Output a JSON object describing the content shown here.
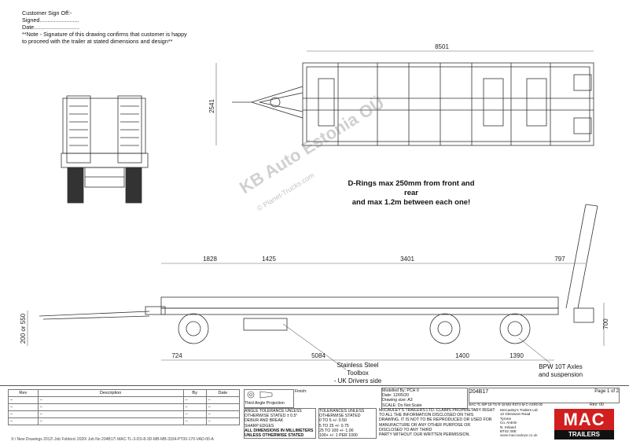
{
  "signoff": {
    "customer": "Customer Sign Off:-",
    "signed": "Signed.........................",
    "date": "Date.............................",
    "note_line1": "**Note - Signature of this drawing confirms that customer is happy",
    "note_line2": "to proceed with the trailer at stated dimensions and design**"
  },
  "plan_dims": {
    "length": "8501",
    "width": "2541"
  },
  "d_ring_note": {
    "line1": "D-Rings max 250mm from front and rear",
    "line2": "and max 1.2m between each one!"
  },
  "watermark": {
    "main": "KB Auto Estonia OÜ",
    "sub": "© Planet-Trucks.com"
  },
  "side_dims": {
    "top": [
      "1828",
      "1425",
      "3401",
      "797"
    ],
    "bottom": [
      "724",
      "5084",
      "1400",
      "1390"
    ],
    "left": [
      "200 or 550"
    ],
    "right": [
      "700"
    ]
  },
  "callouts": {
    "toolbox": [
      "Stainless Steel",
      "Toolbox",
      "- UK Drivers side"
    ],
    "axles": [
      "BPW 10T Axles",
      "and suspension"
    ]
  },
  "title_block": {
    "rev_headers": [
      "Rev",
      "Description",
      "By",
      "Date"
    ],
    "rev_rows": [
      [
        "–",
        "–",
        "–",
        "–"
      ],
      [
        "–",
        "–",
        "–",
        "–"
      ],
      [
        "–",
        "–",
        "–",
        "–"
      ],
      [
        "–",
        "–",
        "–",
        "–"
      ]
    ],
    "projection": "Third Angle Projection",
    "finish": "Finish:",
    "modelled_by": "Modelled By: PCH 0",
    "date": "Date: 12/05/20",
    "drawing_size_label": "Drawing size:",
    "drawing_size": "A3",
    "scale": "SCALE: Do Not Scale",
    "drawing_no": "204B17",
    "page": "Page 1 of 2",
    "rev": "Rev:",
    "rev_no": "00",
    "file_ref": "MAC-TL-MP-18-TS-R-18-MS-RST4-M-C-ASR0-00",
    "angle_tol": [
      "ANGLE TOLERANCE UNLESS",
      "OTHERWISE STATED ± 0.5°",
      "DEBUR AND BREAK",
      "SHARP EDGES",
      "ALL DIMENSIONS IN MILLIMETERS",
      "UNLESS OTHERWISE STATED"
    ],
    "tol": [
      "TOLERANCES UNLESS",
      "OTHERWISE STATED",
      "0 TO 5    +/- 0.50",
      "5 TO 25   +/- 0.75",
      "25 TO 100 +/- 1.00",
      "100+ +/- 1 PER 1000"
    ],
    "proprietary": [
      "McCAULEY'S TRAILERS LTD. CLAIMS PROPRIETARY RIGHT",
      "TO ALL THE INFORMATION DISCLOSED ON THIS",
      "DRAWING. IT IS NOT TO BE REPRODUCED OR USED FOR",
      "MANUFACTURE OR ANY OTHER PURPOSE OR",
      "DISCLOSED TO ANY THIRD",
      "PARTY WITHOUT OUR WRITTEN PERMISSION."
    ],
    "address": [
      "McCauley's Trailers Ltd",
      "12 Glenavon Road",
      "Tyrone",
      "Co. Antrim",
      "N. Ireland",
      "BT42 3SE"
    ],
    "website": "www.maccauleys.co.uk",
    "logo_main": "MAC",
    "logo_sub": "TRAILERS"
  },
  "footer": "X:\\ New Drawings 2012\\ Job Folders\\ 2020\\ Job No 204B17\\ MAC-TL-3-DS-8-3D-MB-MB-3334-PT00-170-VAD-00-A"
}
